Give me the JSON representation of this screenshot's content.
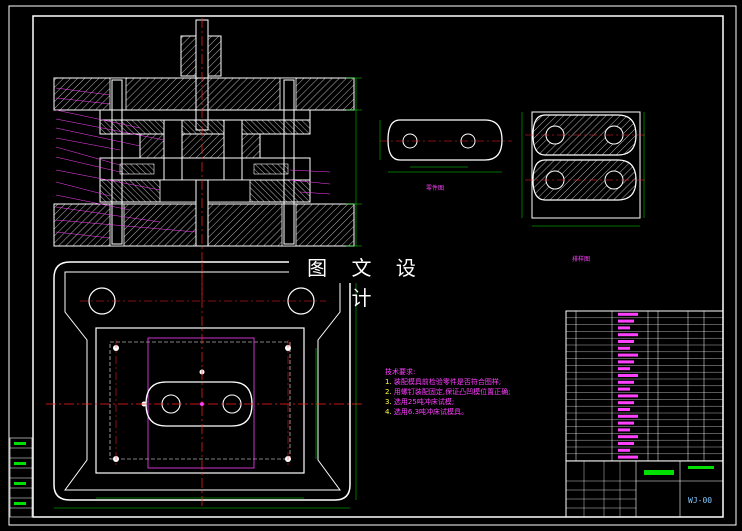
{
  "watermark": "图 文 设 计",
  "tech_requirements": {
    "title": "技术要求:",
    "items": [
      {
        "num": "1.",
        "text": "装配模具前检验零件是否符合图样;"
      },
      {
        "num": "2.",
        "text": "用螺钉装配固定,保证凸凹模位置正确;"
      },
      {
        "num": "3.",
        "text": "选用25吨冲床试模;"
      },
      {
        "num": "4.",
        "text": "选用6.3吨冲床试模具。"
      }
    ]
  },
  "views": {
    "part_drawing_label": "零件图",
    "layout_drawing_label": "排样图"
  },
  "title_block": {
    "drawing_number": "WJ-00"
  },
  "colors": {
    "background": "#000000",
    "frame": "#ffffff",
    "outline": "#ffffff",
    "centerline": "#ff2020",
    "dimension": "#00e000",
    "hatch": "#ffffff",
    "label": "#ff40ff",
    "highlight": "#ff40ff"
  }
}
